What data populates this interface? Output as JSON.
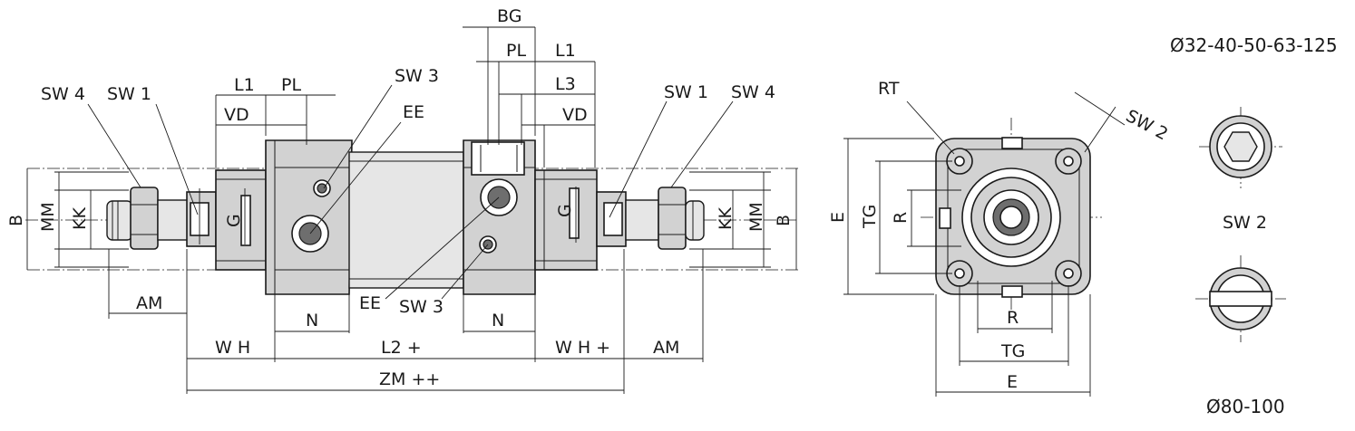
{
  "title_sizes_small": "Ø32-40-50-63-125",
  "title_sizes_large": "Ø80-100",
  "labels": {
    "sw4_left": "SW 4",
    "sw1_left": "SW 1",
    "l1_left": "L1",
    "pl_left": "PL",
    "vd_left": "VD",
    "sw3_top": "SW 3",
    "ee_top": "EE",
    "bg": "BG",
    "pl_right": "PL",
    "l1_right": "L1",
    "l3": "L3",
    "vd_right": "VD",
    "sw1_right": "SW 1",
    "sw4_right": "SW 4",
    "b_left": "B",
    "mm_left": "MM",
    "kk_left": "KK",
    "g_left": "G",
    "g_right": "G",
    "kk_right": "KK",
    "mm_right": "MM",
    "b_right": "B",
    "am_left": "AM",
    "n_left": "N",
    "ee_bottom": "EE",
    "sw3_bottom": "SW 3",
    "n_right": "N",
    "wh_left": "W H",
    "l2": "L2  +",
    "wh_right": "W H  +",
    "am_right": "AM",
    "zm": "ZM  ++",
    "rt": "RT",
    "sw2_top": "SW 2",
    "e_left": "E",
    "tg_left": "TG",
    "r_left": "R",
    "r_bottom": "R",
    "tg_bottom": "TG",
    "e_bottom": "E",
    "sw2_mid": "SW 2"
  }
}
